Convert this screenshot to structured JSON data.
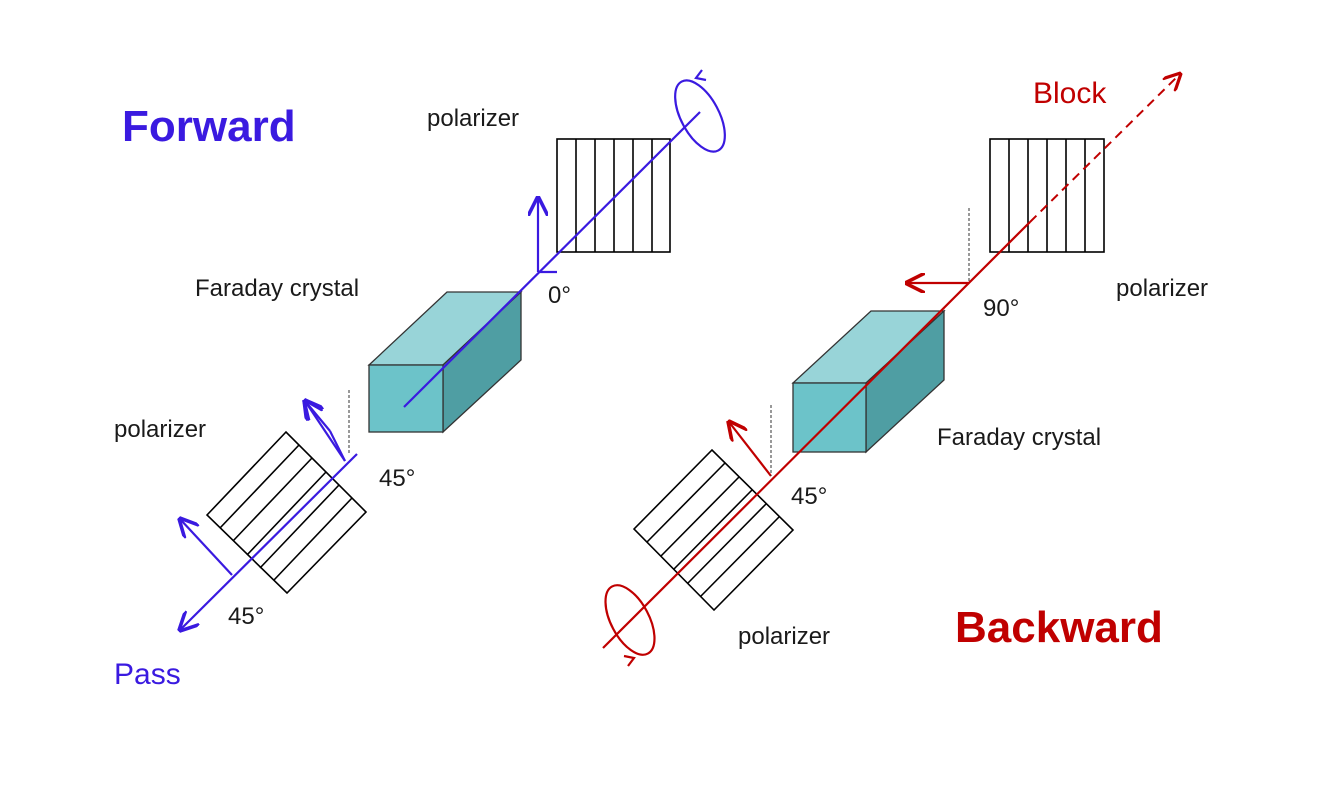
{
  "forward": {
    "title": "Forward",
    "color": "#3a1ae0",
    "polarizer_top_label": "polarizer",
    "polarizer_bottom_label": "polarizer",
    "crystal_label": "Faraday crystal",
    "angle_top": "0°",
    "angle_mid": "45°",
    "angle_bottom": "45°",
    "result": "Pass"
  },
  "backward": {
    "title": "Backward",
    "color": "#c00000",
    "polarizer_top_label": "polarizer",
    "polarizer_bottom_label": "polarizer",
    "crystal_label": "Faraday crystal",
    "angle_top": "90°",
    "angle_mid": "45°",
    "result": "Block"
  },
  "crystal_colors": {
    "front": "#6cc3c9",
    "top": "#98d4d8",
    "side": "#4f9ea3"
  }
}
